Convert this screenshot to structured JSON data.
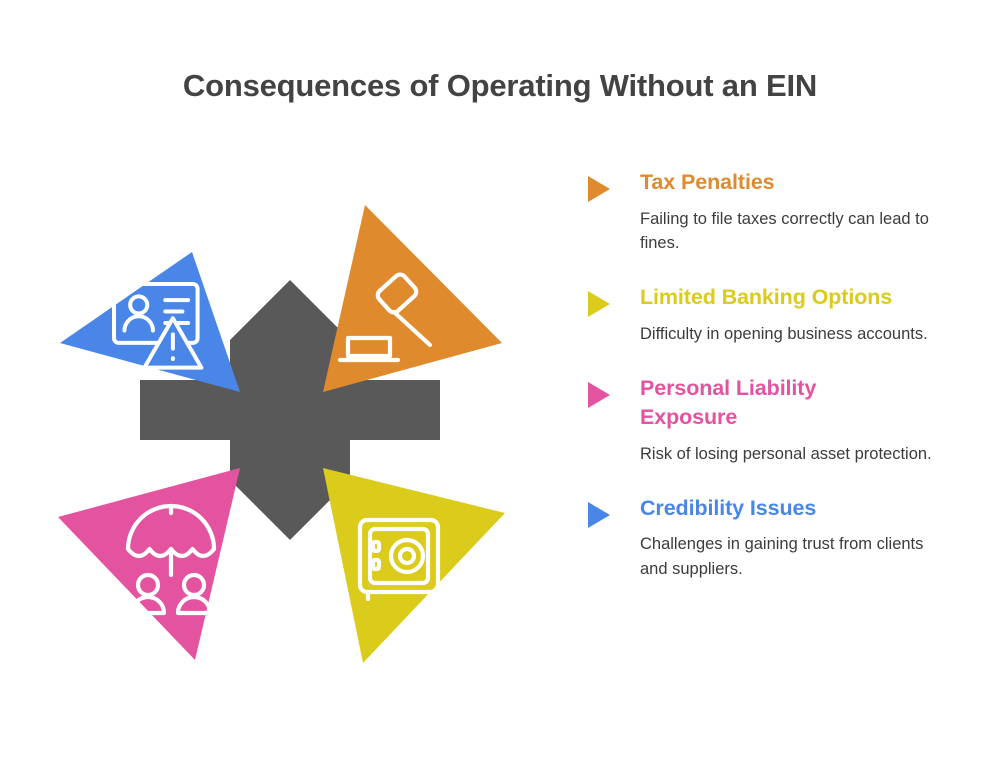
{
  "header": {
    "title": "Consequences of Operating Without an EIN",
    "title_color": "#434343"
  },
  "colors": {
    "background": "#ffffff",
    "center_shape": "#595959",
    "body_text": "#3c3c3c",
    "blue": "#4A86E8",
    "orange": "#E08A2E",
    "pink": "#E3539F",
    "yellow": "#DBCB1A"
  },
  "graphic": {
    "center_shape_name": "four-pointed-star",
    "center_shape_color": "#595959",
    "wedges": [
      {
        "id": "top-left",
        "icon": "id-card-warning-icon",
        "color": "#4A86E8",
        "related_item": "Credibility Issues"
      },
      {
        "id": "top-right",
        "icon": "gavel-icon",
        "color": "#E08A2E",
        "related_item": "Tax Penalties"
      },
      {
        "id": "bottom-left",
        "icon": "umbrella-people-icon",
        "color": "#E3539F",
        "related_item": "Personal Liability Exposure"
      },
      {
        "id": "bottom-right",
        "icon": "safe-vault-icon",
        "color": "#DBCB1A",
        "related_item": "Limited Banking Options"
      }
    ]
  },
  "list": {
    "items": [
      {
        "title": "Tax Penalties",
        "description": "Failing to file taxes correctly can lead to fines.",
        "color": "#E08A2E"
      },
      {
        "title": "Limited Banking Options",
        "description": "Difficulty in opening business accounts.",
        "color": "#DBCB1A"
      },
      {
        "title": "Personal Liability Exposure",
        "description": "Risk of losing personal asset protection.",
        "color": "#E3539F"
      },
      {
        "title": "Credibility Issues",
        "description": "Challenges in gaining trust from clients and suppliers.",
        "color": "#4A86E8"
      }
    ]
  }
}
